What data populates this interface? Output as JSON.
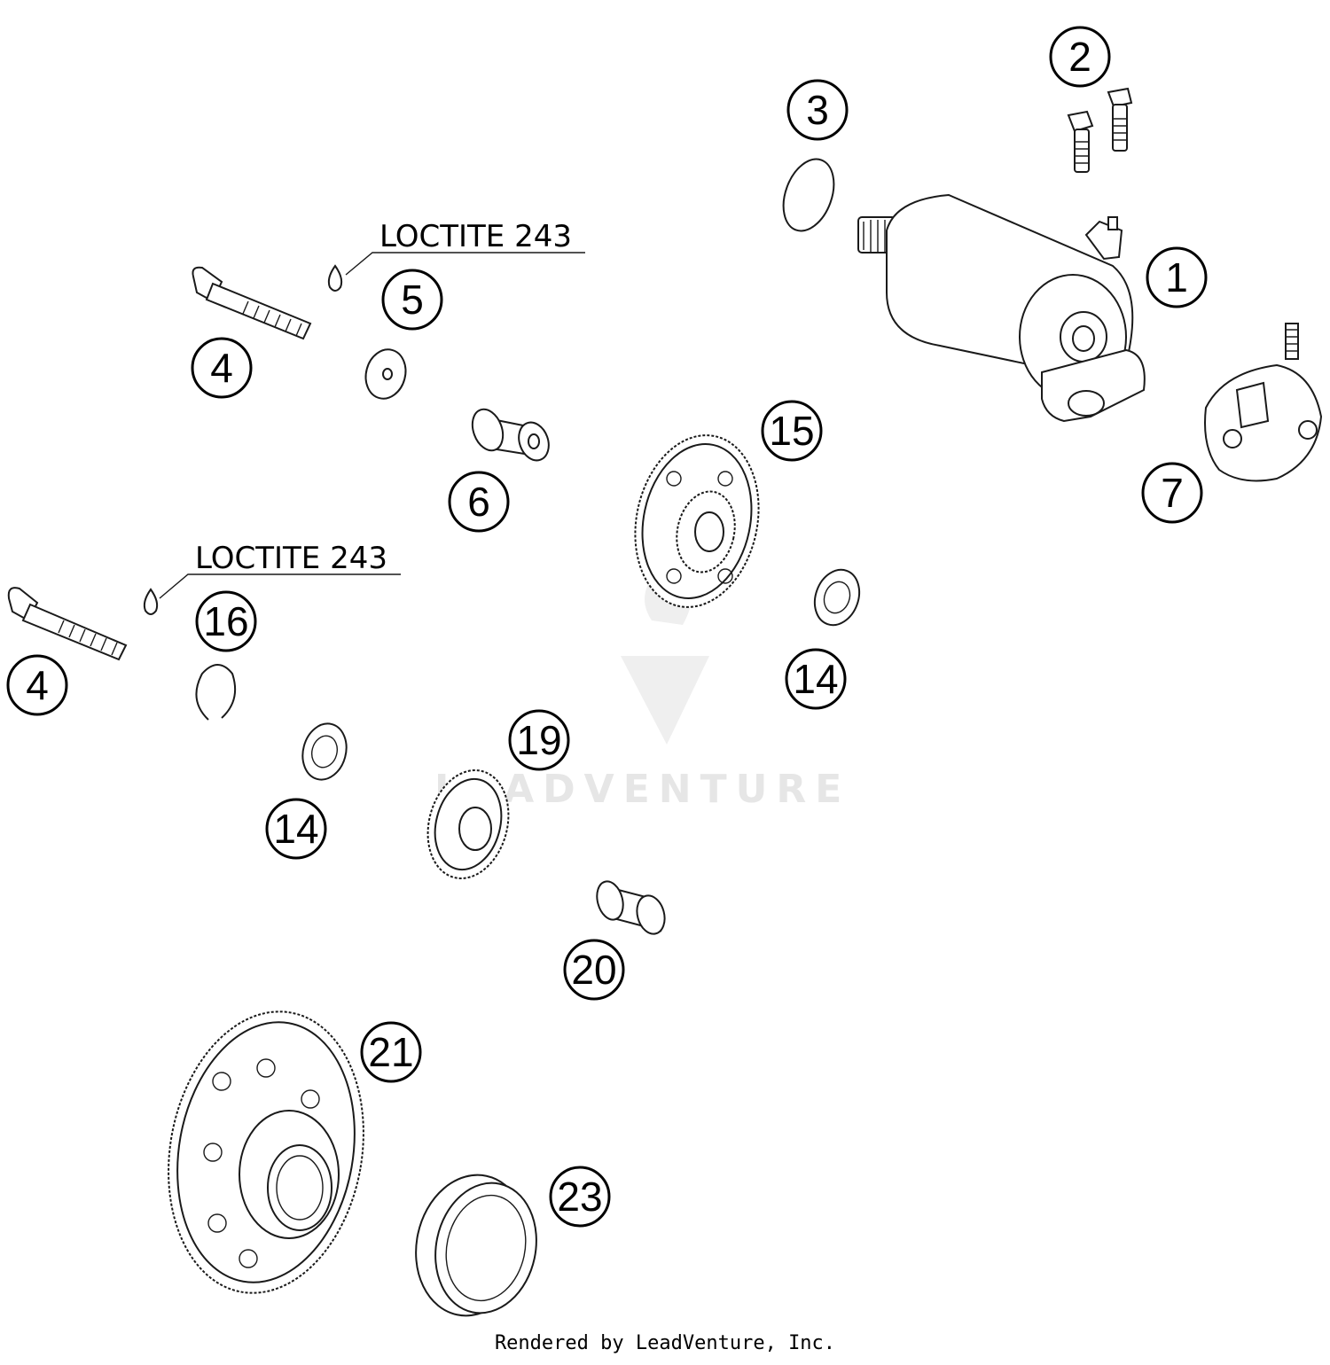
{
  "diagram": {
    "callouts": [
      {
        "id": "c1",
        "label": "1"
      },
      {
        "id": "c2",
        "label": "2"
      },
      {
        "id": "c3",
        "label": "3"
      },
      {
        "id": "c4a",
        "label": "4"
      },
      {
        "id": "c5",
        "label": "5"
      },
      {
        "id": "c6",
        "label": "6"
      },
      {
        "id": "c7",
        "label": "7"
      },
      {
        "id": "c15",
        "label": "15"
      },
      {
        "id": "c4b",
        "label": "4"
      },
      {
        "id": "c16",
        "label": "16"
      },
      {
        "id": "c14a",
        "label": "14"
      },
      {
        "id": "c14b",
        "label": "14"
      },
      {
        "id": "c19",
        "label": "19"
      },
      {
        "id": "c20",
        "label": "20"
      },
      {
        "id": "c21",
        "label": "21"
      },
      {
        "id": "c23",
        "label": "23"
      }
    ],
    "notes": [
      "LOCTITE 243",
      "LOCTITE 243"
    ],
    "watermark": "LEADVENTURE"
  },
  "footer": {
    "text": "Rendered by LeadVenture, Inc."
  }
}
